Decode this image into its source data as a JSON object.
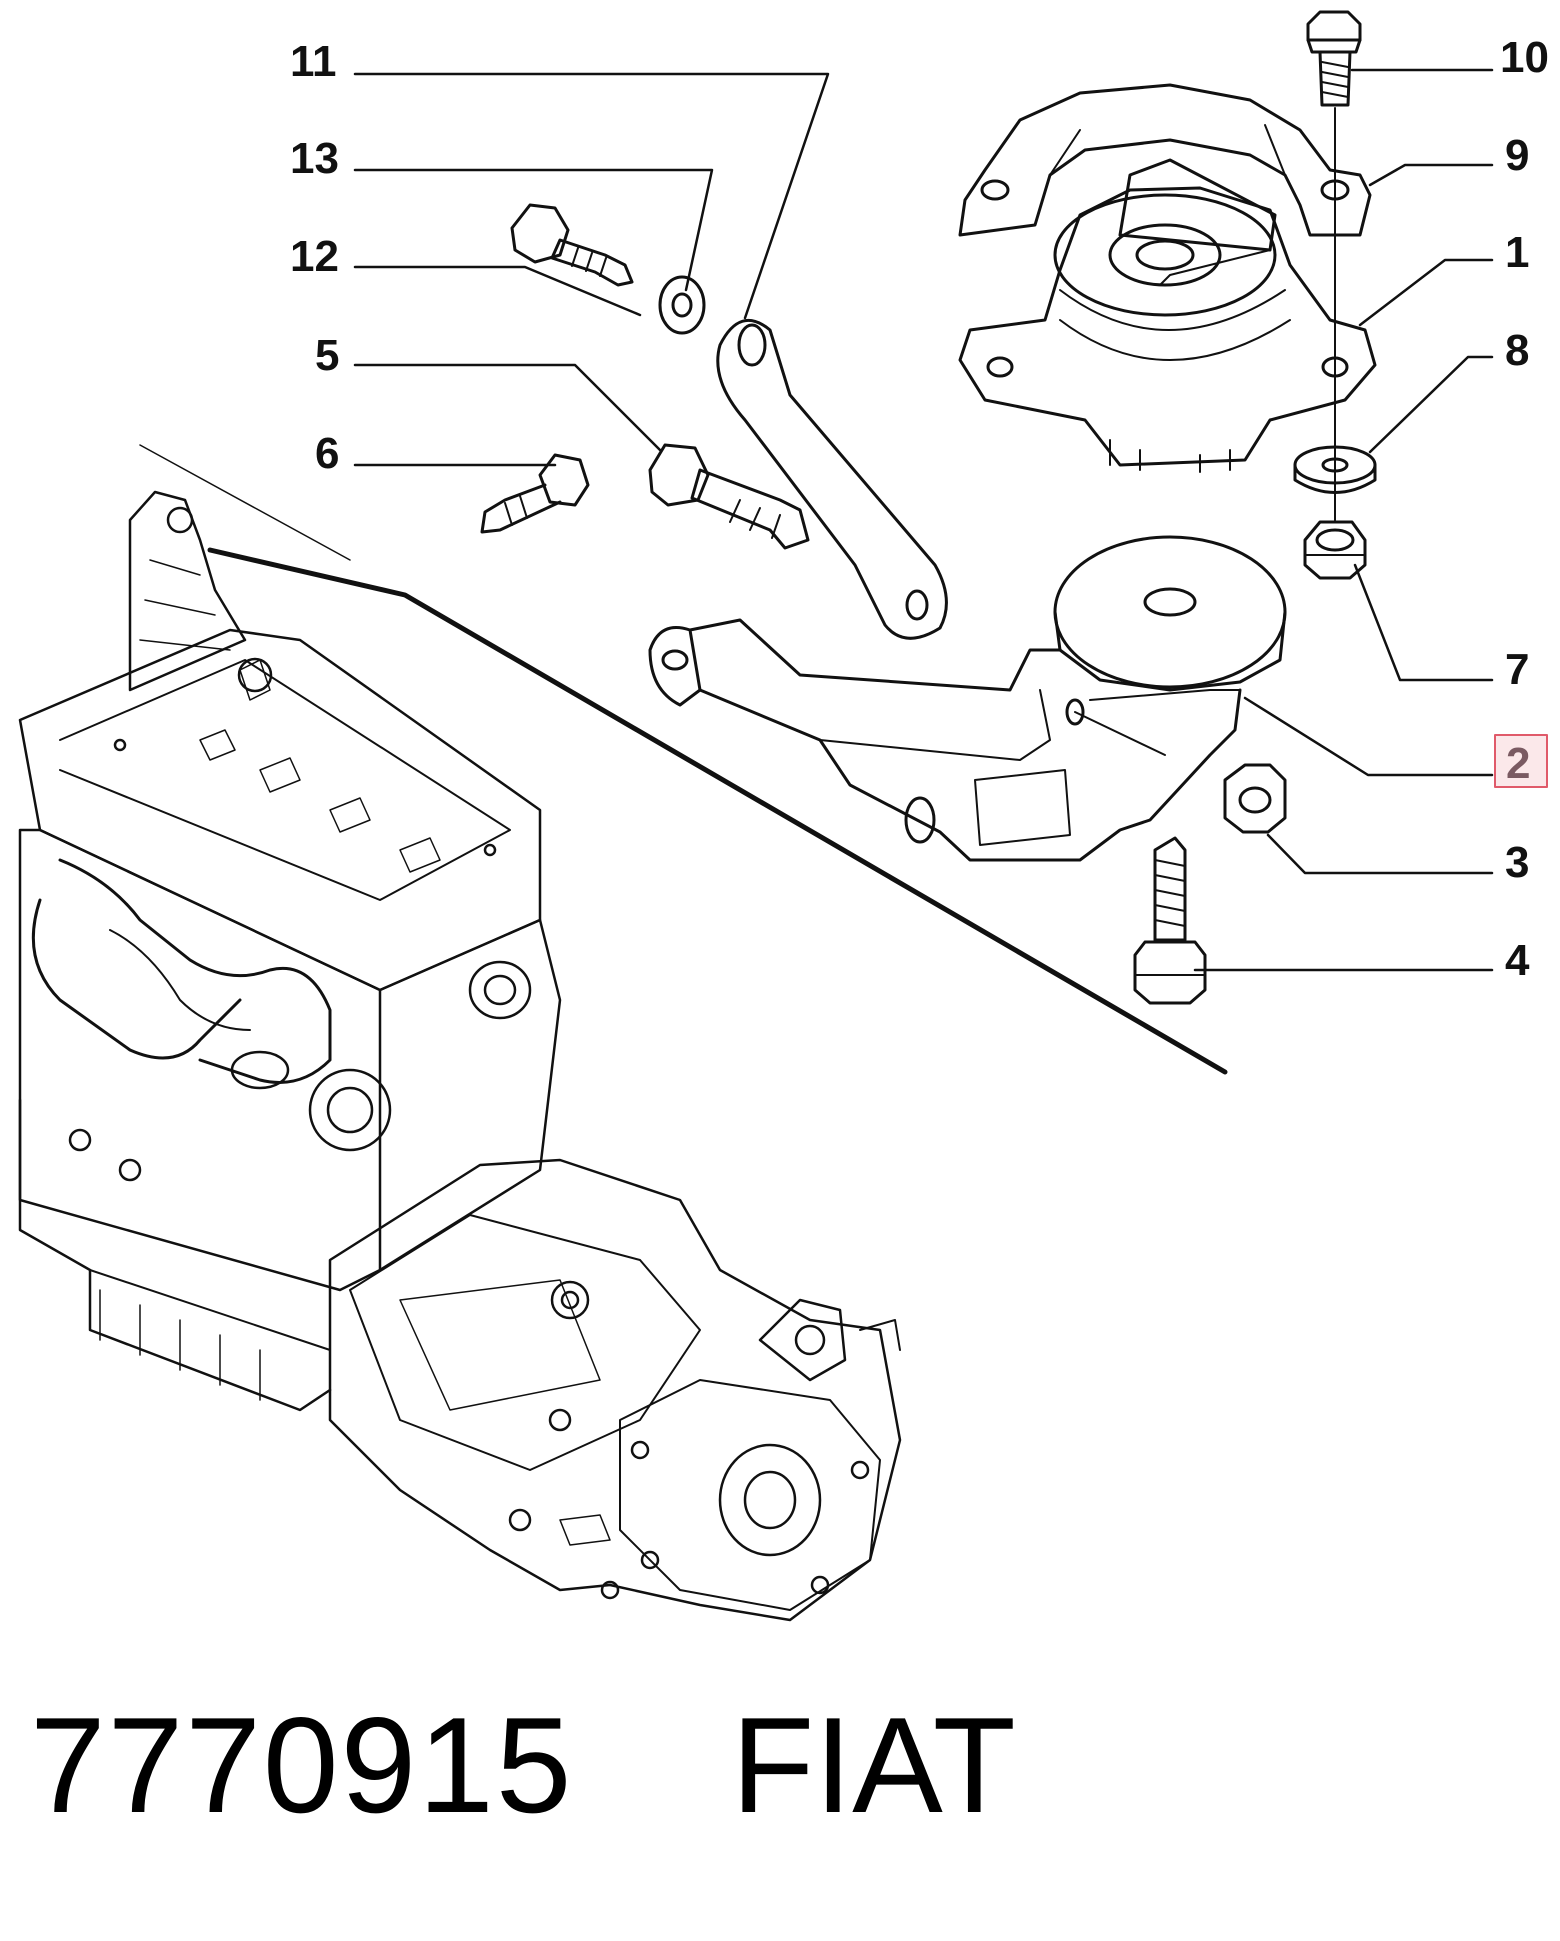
{
  "callouts": {
    "c1": "1",
    "c2": "2",
    "c3": "3",
    "c4": "4",
    "c5": "5",
    "c6": "6",
    "c7": "7",
    "c8": "8",
    "c9": "9",
    "c10": "10",
    "c11": "11",
    "c12": "12",
    "c13": "13"
  },
  "highlighted_callout": "2",
  "colors": {
    "line": "#111111",
    "highlight_border": "#e05a6a",
    "highlight_fill": "#fbe8ea"
  },
  "footer": {
    "part_number": "7770915",
    "brand": "FIAT"
  }
}
